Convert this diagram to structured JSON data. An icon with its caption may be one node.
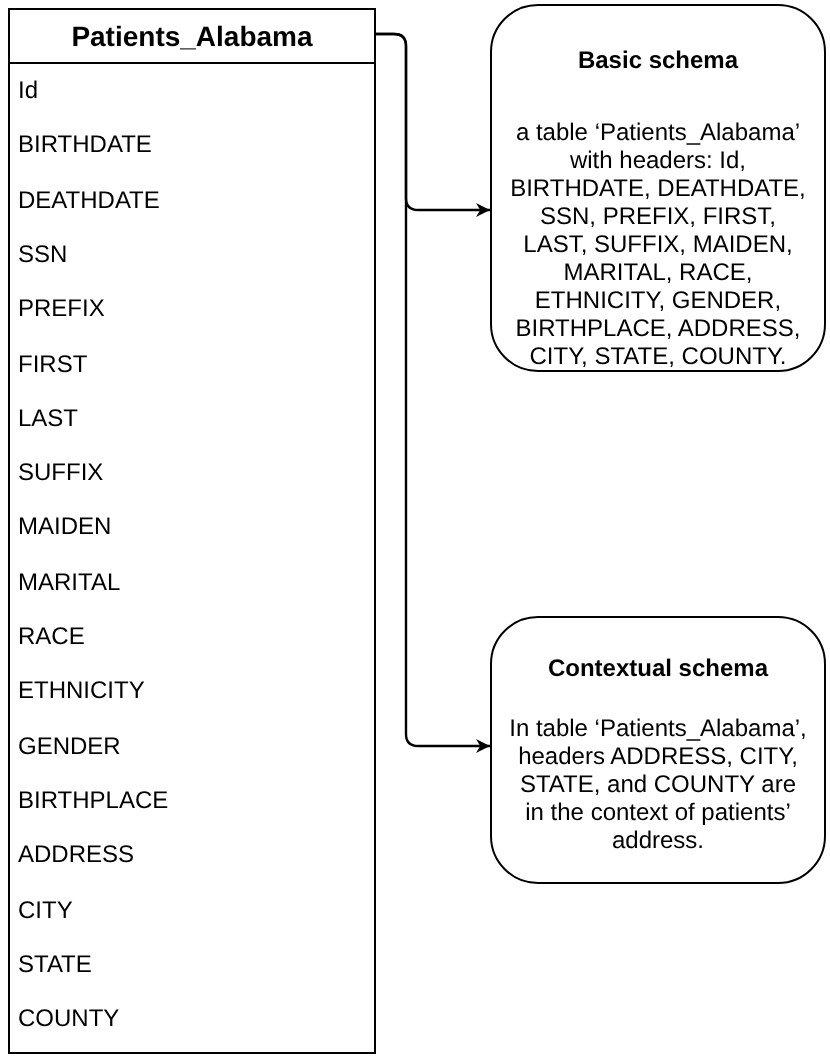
{
  "diagram": {
    "nodes": [
      {
        "text": [
          "Patients_Alabama",
          "Id",
          "BIRTHDATE",
          "DEATHDATE",
          "SSN",
          "PREFIX",
          "FIRST",
          "LAST",
          "SUFFIX",
          "MAIDEN",
          "MARITAL",
          "RACE",
          "ETHNICITY",
          "GENDER",
          "BIRTHPLACE",
          "ADDRESS",
          "CITY",
          "STATE",
          "COUNTY"
        ]
      },
      {
        "text": [
          "Basic schema",
          "a table ‘Patients_Alabama’ with headers: Id, BIRTHDATE, DEATHDATE, SSN, PREFIX, FIRST, LAST, SUFFIX, MAIDEN, MARITAL, RACE, ETHNICITY, GENDER, BIRTHPLACE, ADDRESS, CITY, STATE, COUNTY."
        ]
      },
      {
        "text": [
          "Contextual schema",
          "In table ‘Patients_Alabama’, headers ADDRESS, CITY, STATE, and COUNTY are in the context of patients’ address."
        ]
      }
    ],
    "edges": [
      {
        "from": 0,
        "to": 1,
        "arrow": "to"
      },
      {
        "from": 0,
        "to": 2,
        "arrow": "to"
      }
    ]
  }
}
